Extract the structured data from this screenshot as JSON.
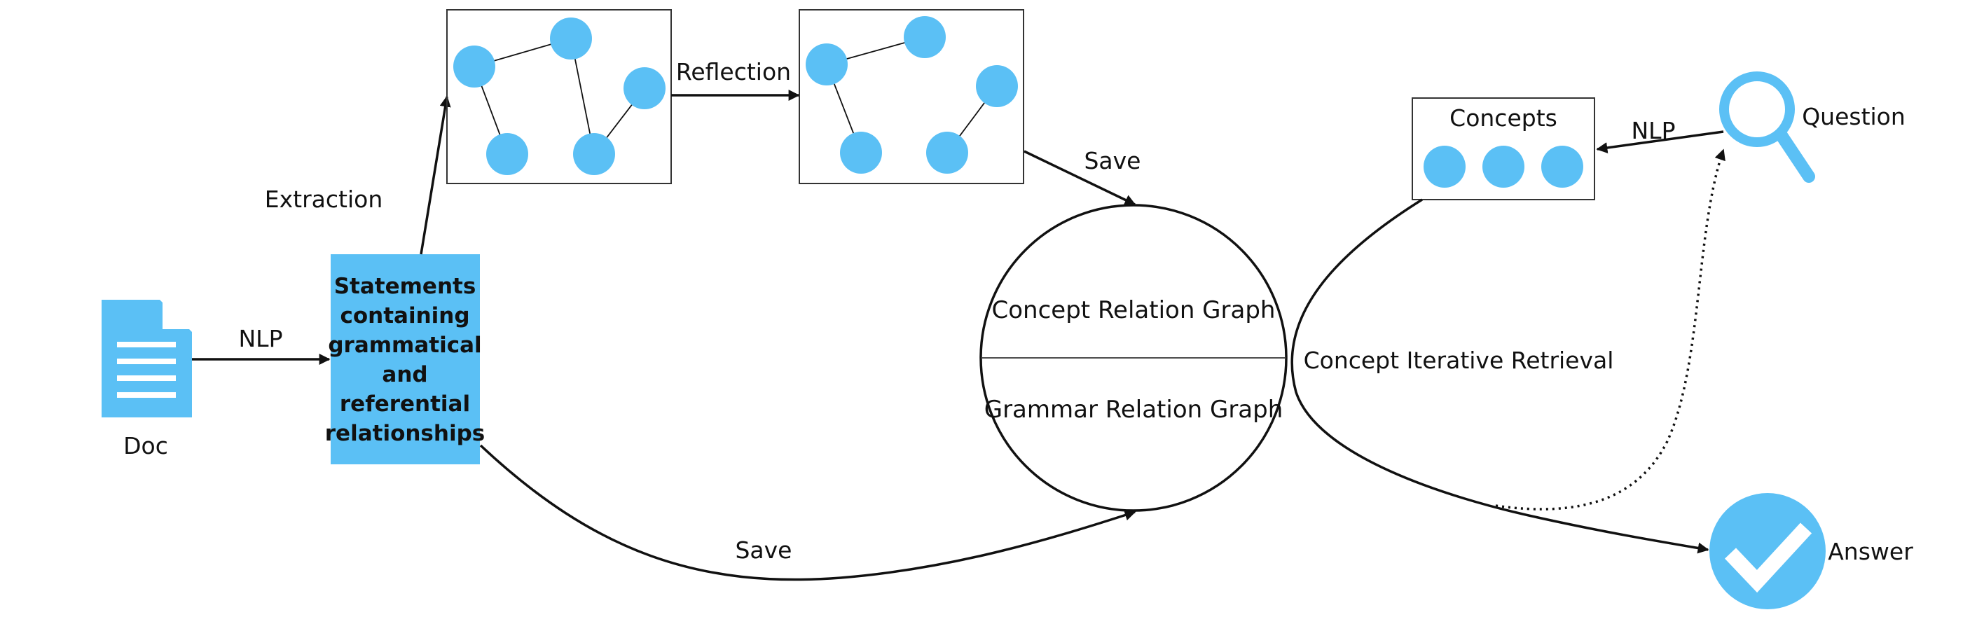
{
  "colors": {
    "node": "#5BC0F5",
    "line": "#111111"
  },
  "icons": {
    "doc": "document-icon",
    "question": "magnifier-icon",
    "answer": "checkmark-icon"
  },
  "labels": {
    "doc": "Doc",
    "nlp_left": "NLP",
    "statements": [
      "Statements",
      "containing",
      "grammatical",
      "and",
      "referential",
      "relationships"
    ],
    "extraction": "Extraction",
    "reflection": "Reflection",
    "save_top": "Save",
    "save_bottom": "Save",
    "concept_graph": "Concept Relation Graph",
    "grammar_graph": "Grammar Relation Graph",
    "concepts": "Concepts",
    "nlp_right": "NLP",
    "question": "Question",
    "retrieval": "Concept Iterative Retrieval",
    "answer": "Answer"
  }
}
